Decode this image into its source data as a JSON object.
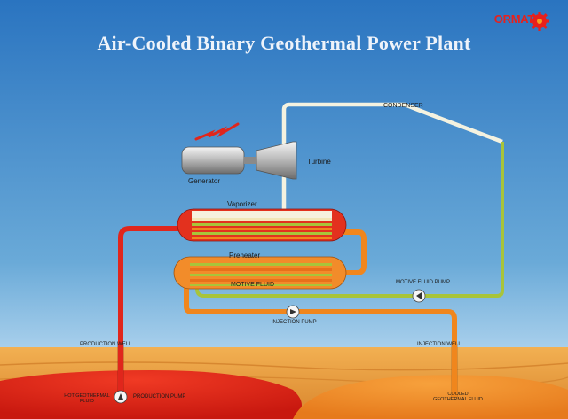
{
  "title": "Air-Cooled Binary Geothermal Power Plant",
  "logo": {
    "text": "ORMAT",
    "icon": "gear-icon",
    "color": "#e8201b"
  },
  "labels": {
    "condenser": "CONDENSER",
    "generator": "Generator",
    "turbine": "Turbine",
    "vaporizer": "Vaporizer",
    "preheater": "Preheater",
    "motive_fluid": "MOTIVE FLUID",
    "motive_fluid_pump": "MOTIVE FLUID PUMP",
    "injection_pump": "INJECTION PUMP",
    "production_well": "PRODUCTION WELL",
    "injection_well": "INJECTION WELL",
    "production_pump": "PRODUCTION PUMP",
    "hot_fluid": "HOT GEOTHERMAL FLUID",
    "cooled_fluid": "COOLED GEOTHERMAL FLUID"
  },
  "colors": {
    "sky_top": "#2a78c2",
    "sky_bottom": "#7db8e0",
    "ground": "#e89b3a",
    "hot_reservoir": "#e0261c",
    "cool_reservoir": "#f28c2a",
    "hot_pipe": "#e0261c",
    "warm_pipe": "#f0861d",
    "vapor_pipe": "#f2f2e6",
    "liquid_pipe": "#a8c43a"
  }
}
